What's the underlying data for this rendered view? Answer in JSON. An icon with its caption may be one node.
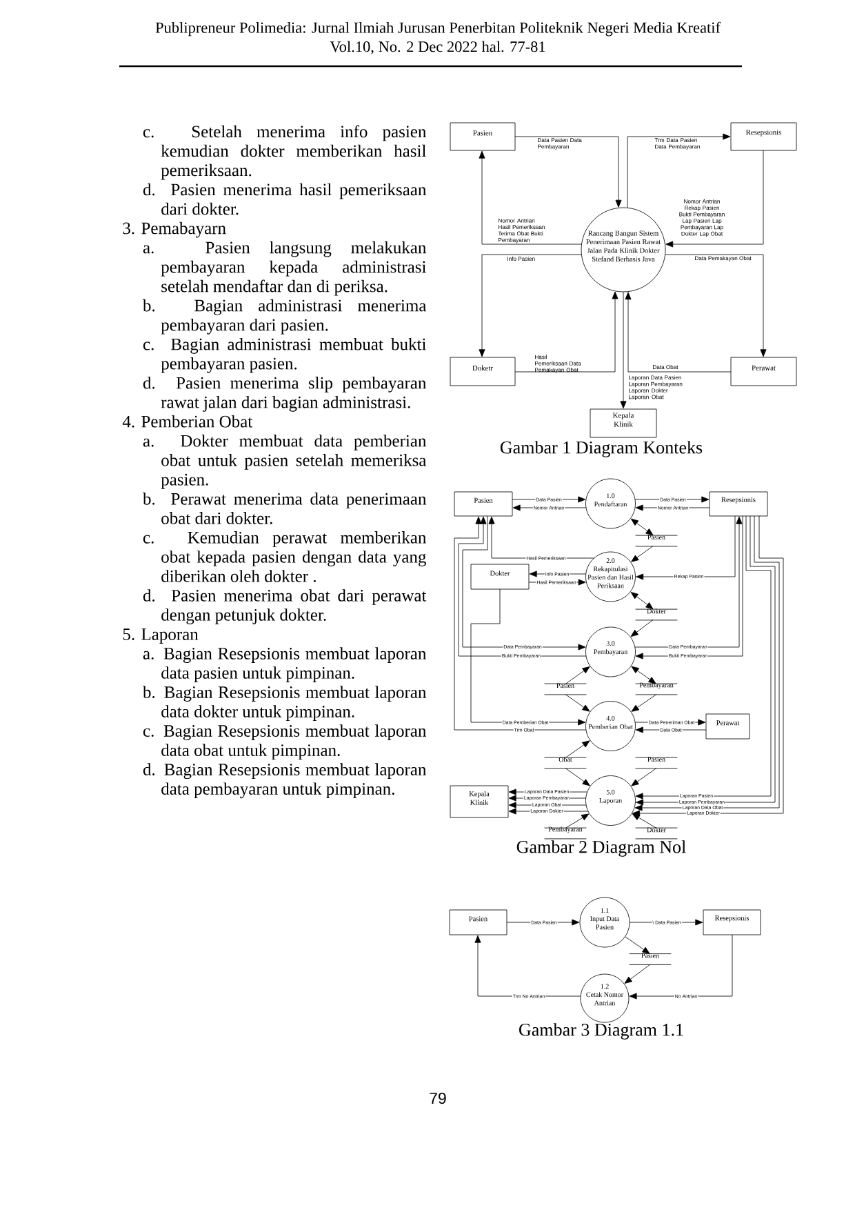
{
  "diagram": {
    "nodes": [
      {
        "text": [
          "Pasien"
        ]
      },
      {
        "text": [
          "Resepsionis"
        ]
      },
      {
        "text": [
          "Rancang Bangun Sistem Penerimaan Pasien Rawat Jalan Pada Klinik Dokter Stefand Berbasis Java"
        ]
      },
      {
        "text": [
          "Doketr"
        ]
      },
      {
        "text": [
          "Perawat"
        ]
      },
      {
        "text": [
          "Kepala Klinik"
        ]
      },
      {
        "text": [
          "Pasien"
        ]
      },
      {
        "text": [
          "1.0",
          "Pendaftaran"
        ]
      },
      {
        "text": [
          "Resepsionis"
        ]
      },
      {
        "text": [
          "Pasien"
        ]
      },
      {
        "text": [
          "Dokter"
        ]
      },
      {
        "text": [
          "2.0",
          "Rekapitulasi Pasien dan Hasil Periksaan"
        ]
      },
      {
        "text": [
          "Dokter"
        ]
      },
      {
        "text": [
          "3.0",
          "Pembayaran"
        ]
      },
      {
        "text": [
          "Pasien"
        ]
      },
      {
        "text": [
          "Pembayaran"
        ]
      },
      {
        "text": [
          "4.0",
          "Pemberian Obat"
        ]
      },
      {
        "text": [
          "Perawat"
        ]
      },
      {
        "text": [
          "Obat"
        ]
      },
      {
        "text": [
          "Pasien"
        ]
      },
      {
        "text": [
          "Kepala Klinik"
        ]
      },
      {
        "text": [
          "5.0",
          "Laporan"
        ]
      },
      {
        "text": [
          "Pembayaran"
        ]
      },
      {
        "text": [
          "Dokter"
        ]
      },
      {
        "text": [
          "Pasien"
        ]
      },
      {
        "text": [
          "1.1",
          "Input Data Pasien"
        ]
      },
      {
        "text": [
          "Resepsionis"
        ]
      },
      {
        "text": [
          "Pasien"
        ]
      },
      {
        "text": [
          "1.2",
          "Cetak Nomor Antrian"
        ]
      }
    ],
    "edges": [
      {
        "from": 0,
        "to": 2,
        "arrow": "to",
        "label": "Data Pasien Data Pembayaran"
      },
      {
        "from": 2,
        "to": 1,
        "arrow": "to",
        "label": "Trm Data Pasien Data Pembayaran"
      },
      {
        "from": 1,
        "to": 2,
        "arrow": "to",
        "label": "Nomor Antrian Rekap Pasien Bukti Pembayaran Lap Pasien Lap Pembayaran Lap Dokter Lap Obat"
      },
      {
        "from": 2,
        "to": 0,
        "arrow": "to",
        "label": "Nomor Antrian Hasil Pemeriksaan Terima Obat Bukti Pembayaran"
      },
      {
        "from": 2,
        "to": 3,
        "arrow": "to",
        "label": "Info Pasien"
      },
      {
        "from": 2,
        "to": 4,
        "arrow": "to",
        "label": "Data Pemakayan Obat"
      },
      {
        "from": 3,
        "to": 2,
        "arrow": "to",
        "label": "Hasil Pemeriksaan Data Pemakayan Obat"
      },
      {
        "from": 4,
        "to": 2,
        "arrow": "to",
        "label": "Data Obat"
      },
      {
        "from": 2,
        "to": 5,
        "arrow": "to",
        "label": "Laporan Data Pasien Laporan Pembayaran Laporan Dokter Laporan Obat"
      },
      {
        "from": 6,
        "to": 7,
        "arrow": "to",
        "label": "Data Pasien"
      },
      {
        "from": 7,
        "to": 6,
        "arrow": "to",
        "label": "Nomor Antrian"
      },
      {
        "from": 7,
        "to": 8,
        "arrow": "to",
        "label": "Data Pasien"
      },
      {
        "from": 8,
        "to": 7,
        "arrow": "to",
        "label": "Nomor Antrian"
      },
      {
        "from": 7,
        "to": 9,
        "arrow": "both"
      },
      {
        "from": 9,
        "to": 11,
        "arrow": "to"
      },
      {
        "from": 11,
        "to": 6,
        "arrow": "to",
        "label": "Hasil Pemeriksaan"
      },
      {
        "from": 11,
        "to": 10,
        "arrow": "to",
        "label": "Info Pasien"
      },
      {
        "from": 10,
        "to": 11,
        "arrow": "to",
        "label": "Hasil Pemeriksaan"
      },
      {
        "from": 8,
        "to": 11,
        "arrow": "to",
        "label": "Rekap Pasien"
      },
      {
        "from": 11,
        "to": 12,
        "arrow": "both"
      },
      {
        "from": 12,
        "to": 13,
        "arrow": "to"
      },
      {
        "from": 6,
        "to": 13,
        "arrow": "to",
        "label": "Data Pembayaran"
      },
      {
        "from": 13,
        "to": 6,
        "arrow": "to",
        "label": "Bukti Pembayaran"
      },
      {
        "from": 16,
        "to": 6,
        "arrow": "to",
        "label": "Trm Obat"
      },
      {
        "from": 10,
        "to": 16,
        "arrow": "to",
        "label": "Data Pemberian Obat"
      },
      {
        "from": 13,
        "to": 8,
        "arrow": "to",
        "label": "Data Pembayaran"
      },
      {
        "from": 8,
        "to": 13,
        "arrow": "to",
        "label": "Bukti Pembayaran"
      },
      {
        "from": 14,
        "to": 13,
        "arrow": "to"
      },
      {
        "from": 13,
        "to": 15,
        "arrow": "both"
      },
      {
        "from": 14,
        "to": 16,
        "arrow": "to"
      },
      {
        "from": 15,
        "to": 16,
        "arrow": "to"
      },
      {
        "from": 16,
        "to": 17,
        "arrow": "to",
        "label": "Data Peneriman Obat"
      },
      {
        "from": 17,
        "to": 16,
        "arrow": "to",
        "label": "Data Obat"
      },
      {
        "from": 18,
        "to": 16,
        "arrow": "to"
      },
      {
        "from": 18,
        "to": 21,
        "arrow": "to"
      },
      {
        "from": 19,
        "to": 21,
        "arrow": "to"
      },
      {
        "from": 21,
        "to": 20,
        "arrow": "to",
        "label": "Laporan Data Pasien"
      },
      {
        "from": 21,
        "to": 20,
        "arrow": "to",
        "label": "Laporan Pembayaran"
      },
      {
        "from": 21,
        "to": 20,
        "arrow": "to",
        "label": "Laporan Obat"
      },
      {
        "from": 21,
        "to": 20,
        "arrow": "to",
        "label": "Laporan Dokter"
      },
      {
        "from": 8,
        "to": 21,
        "arrow": "to",
        "label": "Laporan Pasien"
      },
      {
        "from": 8,
        "to": 21,
        "arrow": "to",
        "label": "Laporan Pembayaran"
      },
      {
        "from": 8,
        "to": 21,
        "arrow": "to",
        "label": "Laporan Data Obat"
      },
      {
        "from": 8,
        "to": 21,
        "arrow": "to",
        "label": "Laporan Dokter"
      },
      {
        "from": 22,
        "to": 21,
        "arrow": "to"
      },
      {
        "from": 23,
        "to": 21,
        "arrow": "to"
      },
      {
        "from": 24,
        "to": 25,
        "arrow": "to",
        "label": "Data Pasien"
      },
      {
        "from": 25,
        "to": 26,
        "arrow": "to",
        "label": "\\ Data Pasien"
      },
      {
        "from": 25,
        "to": 27,
        "arrow": "to"
      },
      {
        "from": 27,
        "to": 28,
        "arrow": "to"
      },
      {
        "from": 28,
        "to": 24,
        "arrow": "to",
        "label": "Trm No Antrian"
      },
      {
        "from": 26,
        "to": 28,
        "arrow": "to",
        "label": "No Antrian"
      }
    ],
    "labels": [
      "Publipreneur Polimedia: Jurnal Ilmiah Jurusan Penerbitan Politeknik Negeri Media Kreatif",
      "Vol.10, No. 2 Dec 2022 hal. 77-81",
      "c. Setelah menerima info pasien kemudian dokter memberikan hasil pemeriksaan.",
      "d. Pasien menerima hasil pemeriksaan dari dokter.",
      "3. Pemabayarn",
      "a. Pasien langsung melakukan pembayaran kepada administrasi setelah mendaftar dan di periksa.",
      "b. Bagian administrasi menerima pembayaran dari pasien.",
      "c. Bagian administrasi membuat bukti pembayaran pasien.",
      "d. Pasien menerima slip pembayaran rawat jalan dari bagian administrasi.",
      "4. Pemberian Obat",
      "a. Dokter membuat data pemberian obat untuk pasien setelah memeriksa pasien.",
      "b. Perawat menerima data penerimaan obat dari dokter.",
      "c. Kemudian perawat memberikan obat kepada pasien dengan data yang diberikan oleh dokter .",
      "d. Pasien menerima obat dari perawat dengan petunjuk dokter.",
      "5. Laporan",
      "a. Bagian Resepsionis membuat laporan data pasien untuk pimpinan.",
      "b. Bagian Resepsionis membuat laporan data dokter untuk pimpinan.",
      "c. Bagian Resepsionis membuat laporan data obat untuk pimpinan.",
      "d. Bagian Resepsionis membuat laporan data pembayaran untuk pimpinan.",
      "Gambar 1 Diagram Konteks",
      "Gambar 2 Diagram Nol",
      "Gambar 3 Diagram 1.1",
      "79"
    ]
  }
}
